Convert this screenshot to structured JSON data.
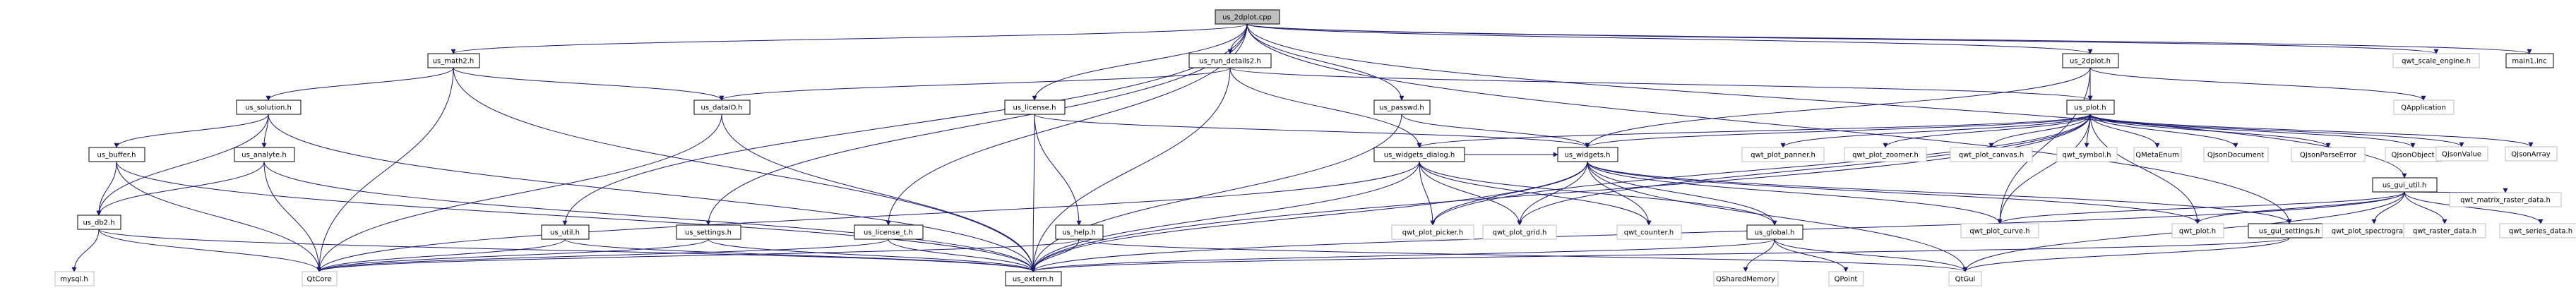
{
  "colors": {
    "edge": "#191970",
    "root_fill": "#bfbfbf",
    "node_fill": "#ffffff",
    "documented_border": "#000000",
    "external_border": "#bfbfbf",
    "text": "#000000"
  },
  "nodes": [
    {
      "id": "us_2dplot_cpp",
      "label": "us_2dplot.cpp",
      "kind": "root"
    },
    {
      "id": "us_math2_h",
      "label": "us_math2.h",
      "kind": "documented"
    },
    {
      "id": "us_run_details2_h",
      "label": "us_run_details2.h",
      "kind": "documented"
    },
    {
      "id": "us_2dplot_h",
      "label": "us_2dplot.h",
      "kind": "documented"
    },
    {
      "id": "qwt_scale_engine_h",
      "label": "qwt_scale_engine.h",
      "kind": "external"
    },
    {
      "id": "main1_inc",
      "label": "main1.inc",
      "kind": "documented"
    },
    {
      "id": "us_solution_h",
      "label": "us_solution.h",
      "kind": "documented"
    },
    {
      "id": "us_dataIO_h",
      "label": "us_dataIO.h",
      "kind": "documented"
    },
    {
      "id": "us_license_h",
      "label": "us_license.h",
      "kind": "documented"
    },
    {
      "id": "us_passwd_h",
      "label": "us_passwd.h",
      "kind": "documented"
    },
    {
      "id": "us_plot_h",
      "label": "us_plot.h",
      "kind": "documented"
    },
    {
      "id": "qapplication",
      "label": "QApplication",
      "kind": "external"
    },
    {
      "id": "us_buffer_h",
      "label": "us_buffer.h",
      "kind": "documented"
    },
    {
      "id": "us_analyte_h",
      "label": "us_analyte.h",
      "kind": "documented"
    },
    {
      "id": "us_widgets_dialog_h",
      "label": "us_widgets_dialog.h",
      "kind": "documented"
    },
    {
      "id": "us_widgets_h",
      "label": "us_widgets.h",
      "kind": "documented"
    },
    {
      "id": "qwt_plot_panner_h",
      "label": "qwt_plot_panner.h",
      "kind": "external"
    },
    {
      "id": "qwt_plot_zoomer_h",
      "label": "qwt_plot_zoomer.h",
      "kind": "external"
    },
    {
      "id": "qwt_plot_canvas_h",
      "label": "qwt_plot_canvas.h",
      "kind": "external"
    },
    {
      "id": "qwt_symbol_h",
      "label": "qwt_symbol.h",
      "kind": "external"
    },
    {
      "id": "qmetaenum",
      "label": "QMetaEnum",
      "kind": "external"
    },
    {
      "id": "qjsondocument",
      "label": "QJsonDocument",
      "kind": "external"
    },
    {
      "id": "qjsonparseerror",
      "label": "QJsonParseError",
      "kind": "external"
    },
    {
      "id": "qjsonobject",
      "label": "QJsonObject",
      "kind": "external"
    },
    {
      "id": "qjsonvalue",
      "label": "QJsonValue",
      "kind": "external"
    },
    {
      "id": "qjsonarray",
      "label": "QJsonArray",
      "kind": "external"
    },
    {
      "id": "us_gui_util_h",
      "label": "us_gui_util.h",
      "kind": "documented"
    },
    {
      "id": "us_db2_h",
      "label": "us_db2.h",
      "kind": "documented"
    },
    {
      "id": "us_util_h",
      "label": "us_util.h",
      "kind": "documented"
    },
    {
      "id": "us_settings_h",
      "label": "us_settings.h",
      "kind": "documented"
    },
    {
      "id": "us_license_t_h",
      "label": "us_license_t.h",
      "kind": "documented"
    },
    {
      "id": "us_help_h",
      "label": "us_help.h",
      "kind": "documented"
    },
    {
      "id": "qwt_plot_picker_h",
      "label": "qwt_plot_picker.h",
      "kind": "external"
    },
    {
      "id": "qwt_plot_grid_h",
      "label": "qwt_plot_grid.h",
      "kind": "external"
    },
    {
      "id": "qwt_counter_h",
      "label": "qwt_counter.h",
      "kind": "external"
    },
    {
      "id": "us_global_h",
      "label": "us_global.h",
      "kind": "documented"
    },
    {
      "id": "qwt_plot_curve_h",
      "label": "qwt_plot_curve.h",
      "kind": "external"
    },
    {
      "id": "qwt_plot_h",
      "label": "qwt_plot.h",
      "kind": "external"
    },
    {
      "id": "us_gui_settings_h",
      "label": "us_gui_settings.h",
      "kind": "documented"
    },
    {
      "id": "qwt_plot_spectrogram_h",
      "label": "qwt_plot_spectrogram.h",
      "kind": "external"
    },
    {
      "id": "qwt_raster_data_h",
      "label": "qwt_raster_data.h",
      "kind": "external"
    },
    {
      "id": "qwt_matrix_raster_data_h",
      "label": "qwt_matrix_raster_data.h",
      "kind": "external"
    },
    {
      "id": "qwt_series_data_h",
      "label": "qwt_series_data.h",
      "kind": "external"
    },
    {
      "id": "mysql_h",
      "label": "mysql.h",
      "kind": "external"
    },
    {
      "id": "qtcore",
      "label": "QtCore",
      "kind": "external"
    },
    {
      "id": "us_extern_h",
      "label": "us_extern.h",
      "kind": "documented"
    },
    {
      "id": "qsharedmemory",
      "label": "QSharedMemory",
      "kind": "external"
    },
    {
      "id": "qpoint",
      "label": "QPoint",
      "kind": "external"
    },
    {
      "id": "qtgui",
      "label": "QtGui",
      "kind": "external"
    }
  ],
  "edges": [
    [
      "us_2dplot_cpp",
      "us_math2_h"
    ],
    [
      "us_2dplot_cpp",
      "us_run_details2_h"
    ],
    [
      "us_2dplot_cpp",
      "us_2dplot_h"
    ],
    [
      "us_2dplot_cpp",
      "qwt_scale_engine_h"
    ],
    [
      "us_2dplot_cpp",
      "main1_inc"
    ],
    [
      "us_2dplot_cpp",
      "us_passwd_h"
    ],
    [
      "us_2dplot_cpp",
      "us_license_h"
    ],
    [
      "us_2dplot_cpp",
      "us_util_h"
    ],
    [
      "us_2dplot_cpp",
      "us_settings_h"
    ],
    [
      "us_2dplot_cpp",
      "us_license_t_h"
    ],
    [
      "us_2dplot_cpp",
      "us_gui_util_h"
    ],
    [
      "us_2dplot_cpp",
      "us_gui_settings_h"
    ],
    [
      "us_math2_h",
      "us_solution_h"
    ],
    [
      "us_math2_h",
      "us_dataIO_h"
    ],
    [
      "us_math2_h",
      "qtcore"
    ],
    [
      "us_math2_h",
      "us_extern_h"
    ],
    [
      "us_run_details2_h",
      "us_dataIO_h"
    ],
    [
      "us_run_details2_h",
      "us_widgets_dialog_h"
    ],
    [
      "us_run_details2_h",
      "us_plot_h"
    ],
    [
      "us_run_details2_h",
      "us_extern_h"
    ],
    [
      "us_2dplot_h",
      "us_widgets_h"
    ],
    [
      "us_2dplot_h",
      "us_plot_h"
    ],
    [
      "us_2dplot_h",
      "qapplication"
    ],
    [
      "us_2dplot_h",
      "qwt_plot_curve_h"
    ],
    [
      "us_solution_h",
      "us_buffer_h"
    ],
    [
      "us_solution_h",
      "us_analyte_h"
    ],
    [
      "us_solution_h",
      "us_db2_h"
    ],
    [
      "us_solution_h",
      "us_extern_h"
    ],
    [
      "us_dataIO_h",
      "qtcore"
    ],
    [
      "us_dataIO_h",
      "us_extern_h"
    ],
    [
      "us_license_h",
      "us_widgets_h"
    ],
    [
      "us_license_h",
      "us_help_h"
    ],
    [
      "us_license_h",
      "us_extern_h"
    ],
    [
      "us_passwd_h",
      "us_widgets_h"
    ],
    [
      "us_passwd_h",
      "us_extern_h"
    ],
    [
      "us_plot_h",
      "us_widgets_dialog_h"
    ],
    [
      "us_plot_h",
      "us_widgets_h"
    ],
    [
      "us_plot_h",
      "qwt_plot_panner_h"
    ],
    [
      "us_plot_h",
      "qwt_plot_zoomer_h"
    ],
    [
      "us_plot_h",
      "qwt_plot_canvas_h"
    ],
    [
      "us_plot_h",
      "qwt_symbol_h"
    ],
    [
      "us_plot_h",
      "qmetaenum"
    ],
    [
      "us_plot_h",
      "qjsondocument"
    ],
    [
      "us_plot_h",
      "qjsonparseerror"
    ],
    [
      "us_plot_h",
      "qjsonobject"
    ],
    [
      "us_plot_h",
      "qjsonvalue"
    ],
    [
      "us_plot_h",
      "qjsonarray"
    ],
    [
      "us_plot_h",
      "qwt_plot_picker_h"
    ],
    [
      "us_plot_h",
      "qwt_plot_grid_h"
    ],
    [
      "us_plot_h",
      "qwt_plot_curve_h"
    ],
    [
      "us_plot_h",
      "qwt_plot_h"
    ],
    [
      "us_plot_h",
      "us_extern_h"
    ],
    [
      "us_buffer_h",
      "us_db2_h"
    ],
    [
      "us_buffer_h",
      "qtcore"
    ],
    [
      "us_buffer_h",
      "us_extern_h"
    ],
    [
      "us_analyte_h",
      "us_db2_h"
    ],
    [
      "us_analyte_h",
      "qtcore"
    ],
    [
      "us_analyte_h",
      "us_extern_h"
    ],
    [
      "us_widgets_dialog_h",
      "us_widgets_h"
    ],
    [
      "us_widgets_dialog_h",
      "qwt_plot_picker_h"
    ],
    [
      "us_widgets_dialog_h",
      "qwt_plot_grid_h"
    ],
    [
      "us_widgets_dialog_h",
      "us_global_h"
    ],
    [
      "us_widgets_dialog_h",
      "qwt_counter_h"
    ],
    [
      "us_widgets_dialog_h",
      "qtcore"
    ],
    [
      "us_widgets_dialog_h",
      "us_extern_h"
    ],
    [
      "us_widgets_h",
      "qwt_plot_picker_h"
    ],
    [
      "us_widgets_h",
      "qwt_plot_grid_h"
    ],
    [
      "us_widgets_h",
      "qwt_counter_h"
    ],
    [
      "us_widgets_h",
      "us_global_h"
    ],
    [
      "us_widgets_h",
      "qwt_plot_curve_h"
    ],
    [
      "us_widgets_h",
      "qwt_plot_h"
    ],
    [
      "us_widgets_h",
      "us_gui_settings_h"
    ],
    [
      "us_widgets_h",
      "qtgui"
    ],
    [
      "us_widgets_h",
      "us_extern_h"
    ],
    [
      "us_gui_util_h",
      "qwt_plot_h"
    ],
    [
      "us_gui_util_h",
      "qwt_plot_curve_h"
    ],
    [
      "us_gui_util_h",
      "qwt_plot_spectrogram_h"
    ],
    [
      "us_gui_util_h",
      "qwt_raster_data_h"
    ],
    [
      "us_gui_util_h",
      "qwt_matrix_raster_data_h"
    ],
    [
      "us_gui_util_h",
      "qwt_series_data_h"
    ],
    [
      "us_gui_util_h",
      "us_extern_h"
    ],
    [
      "us_gui_util_h",
      "qtgui"
    ],
    [
      "us_db2_h",
      "mysql_h"
    ],
    [
      "us_db2_h",
      "qtcore"
    ],
    [
      "us_db2_h",
      "us_extern_h"
    ],
    [
      "us_util_h",
      "qtcore"
    ],
    [
      "us_util_h",
      "us_extern_h"
    ],
    [
      "us_settings_h",
      "qtcore"
    ],
    [
      "us_settings_h",
      "us_extern_h"
    ],
    [
      "us_license_t_h",
      "qtcore"
    ],
    [
      "us_license_t_h",
      "us_extern_h"
    ],
    [
      "us_help_h",
      "qtcore"
    ],
    [
      "us_help_h",
      "us_extern_h"
    ],
    [
      "us_help_h",
      "qtgui"
    ],
    [
      "us_global_h",
      "qsharedmemory"
    ],
    [
      "us_global_h",
      "qpoint"
    ],
    [
      "us_global_h",
      "qtgui"
    ],
    [
      "us_global_h",
      "us_extern_h"
    ],
    [
      "us_gui_settings_h",
      "qtgui"
    ],
    [
      "us_gui_settings_h",
      "us_extern_h"
    ]
  ]
}
